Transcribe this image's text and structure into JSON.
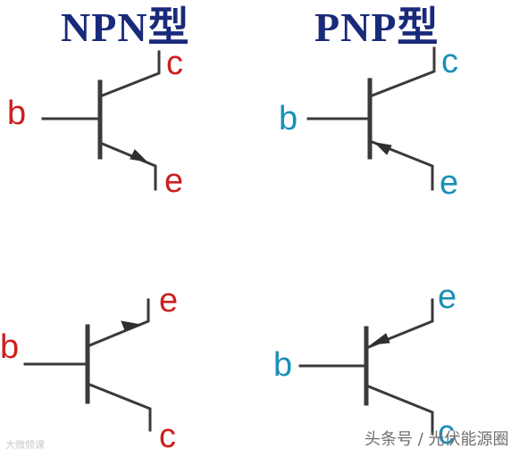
{
  "titles": {
    "npn": "NPN型",
    "pnp": "PNP型"
  },
  "terminals": {
    "tl": {
      "b": "b",
      "c": "c",
      "e": "e"
    },
    "tr": {
      "b": "b",
      "c": "c",
      "e": "e"
    },
    "bl": {
      "b": "b",
      "e": "e",
      "c": "c"
    },
    "br": {
      "b": "b",
      "e": "e",
      "c": "c"
    }
  },
  "watermarks": {
    "left": "大微频课",
    "right": "头条号 / 光伏能源圈"
  },
  "colors": {
    "title": "#1a2a7a",
    "npn_label": "#cc1f1f",
    "pnp_label": "#1a8fb8",
    "line": "#3a3a3a"
  }
}
